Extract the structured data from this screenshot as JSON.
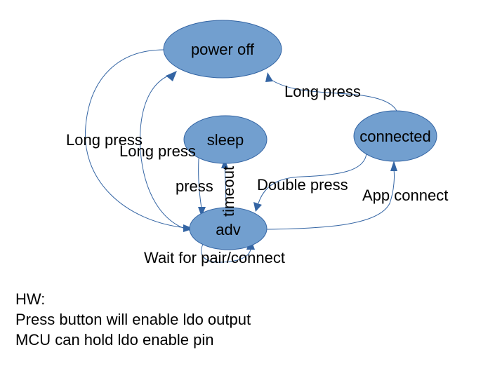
{
  "nodes": {
    "power_off": "power off",
    "sleep": "sleep",
    "connected": "connected",
    "adv": "adv"
  },
  "edges": {
    "long_press_poweroff_to_adv": "Long press",
    "long_press_adv_to_poweroff": "Long press",
    "long_press_connected_to_poweroff": "Long press",
    "press_sleep_to_adv": "press",
    "timeout_adv_to_sleep": "timeout",
    "double_press_connected_to_adv": "Double press",
    "app_connect_adv_to_connected": "App connect",
    "wait_adv_self": "Wait for pair/connect"
  },
  "notes": {
    "title": "HW:",
    "line1": "Press button will enable ldo output",
    "line2": "MCU can hold ldo enable pin"
  },
  "colors": {
    "node_fill": "#729fcf",
    "node_stroke": "#3465a4",
    "edge": "#3465a4"
  }
}
